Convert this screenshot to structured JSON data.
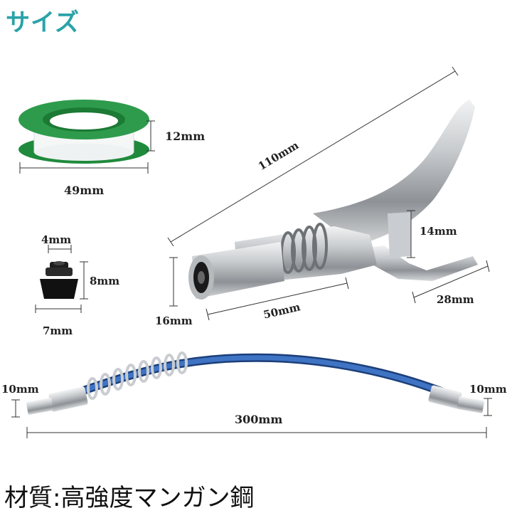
{
  "title": "サイズ",
  "material": "材質:高強度マンガン鋼",
  "tape": {
    "height": "12mm",
    "width": "49mm"
  },
  "cap": {
    "top": "4mm",
    "height": "8mm",
    "bottom": "7mm"
  },
  "coupler": {
    "length": "110mm",
    "lever": "14mm",
    "diameter": "16mm",
    "body": "50mm",
    "handle": "28mm"
  },
  "hose": {
    "left_fitting": "10mm",
    "right_fitting": "10mm",
    "length": "300mm"
  },
  "colors": {
    "title": "#2aa3a8",
    "tape_green": "#1f8a3c",
    "hose_blue": "#2a5aa8",
    "metal": "#b9bcc0"
  }
}
